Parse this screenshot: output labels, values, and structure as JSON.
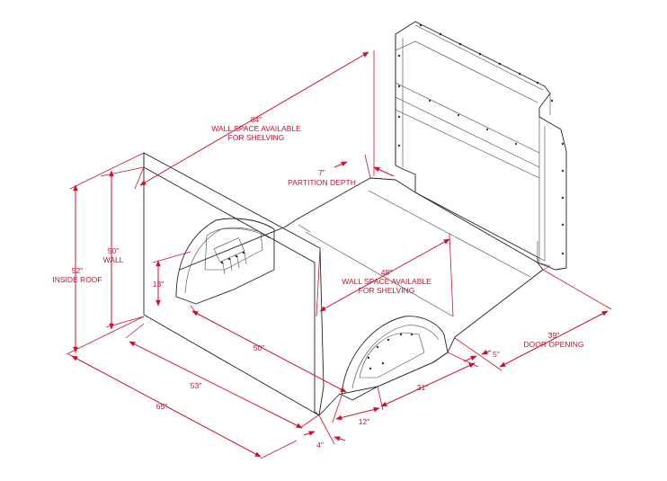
{
  "dimensions": {
    "wall_84": "84\"",
    "wall_84_caption_1": "WALL SPACE AVAILABLE",
    "wall_84_caption_2": "FOR SHELVING",
    "partition_7": "7\"",
    "partition_caption": "PARTITION DEPTH",
    "wall_50": "50\"",
    "wall_50_caption": "WALL",
    "roof_52": "52\"",
    "roof_52_caption": "INSIDE ROOF",
    "wheel_13": "13\"",
    "wall_48": "48\"",
    "wall_48_caption_1": "WALL SPACE AVAILABLE",
    "wall_48_caption_2": "FOR SHELVING",
    "between_50": "50\"",
    "floor_53": "53\"",
    "floor_65": "65\"",
    "door_39": "39\"",
    "door_39_caption": "DOOR OPENING",
    "gap_5": "5\"",
    "wheel_31": "31\"",
    "gap_12": "12\"",
    "gap_4": "4\""
  },
  "colors": {
    "dimension": "#d0102a",
    "linework": "#222222",
    "background": "#ffffff"
  }
}
